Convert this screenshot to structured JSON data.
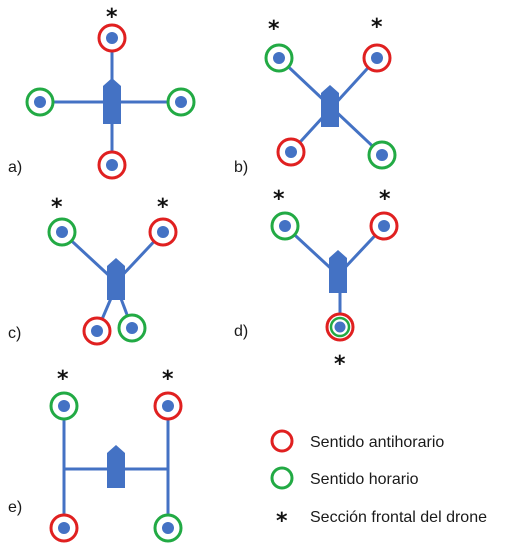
{
  "colors": {
    "arm": "#4472C4",
    "ccw_ring": "#E02020",
    "cw_ring": "#22AA44",
    "front_mark": "#111111"
  },
  "panels": [
    {
      "label": "a)",
      "config": "plus"
    },
    {
      "label": "b)",
      "config": "x"
    },
    {
      "label": "c)",
      "config": "y4"
    },
    {
      "label": "d)",
      "config": "y3"
    },
    {
      "label": "e)",
      "config": "h"
    }
  ],
  "front_marker": "*",
  "legend": [
    {
      "key": "ccw",
      "symbol": "red-ring",
      "text": "Sentido antihorario"
    },
    {
      "key": "cw",
      "symbol": "green-ring",
      "text": "Sentido horario"
    },
    {
      "key": "front",
      "symbol": "asterisk",
      "text": "Sección frontal del drone"
    }
  ]
}
